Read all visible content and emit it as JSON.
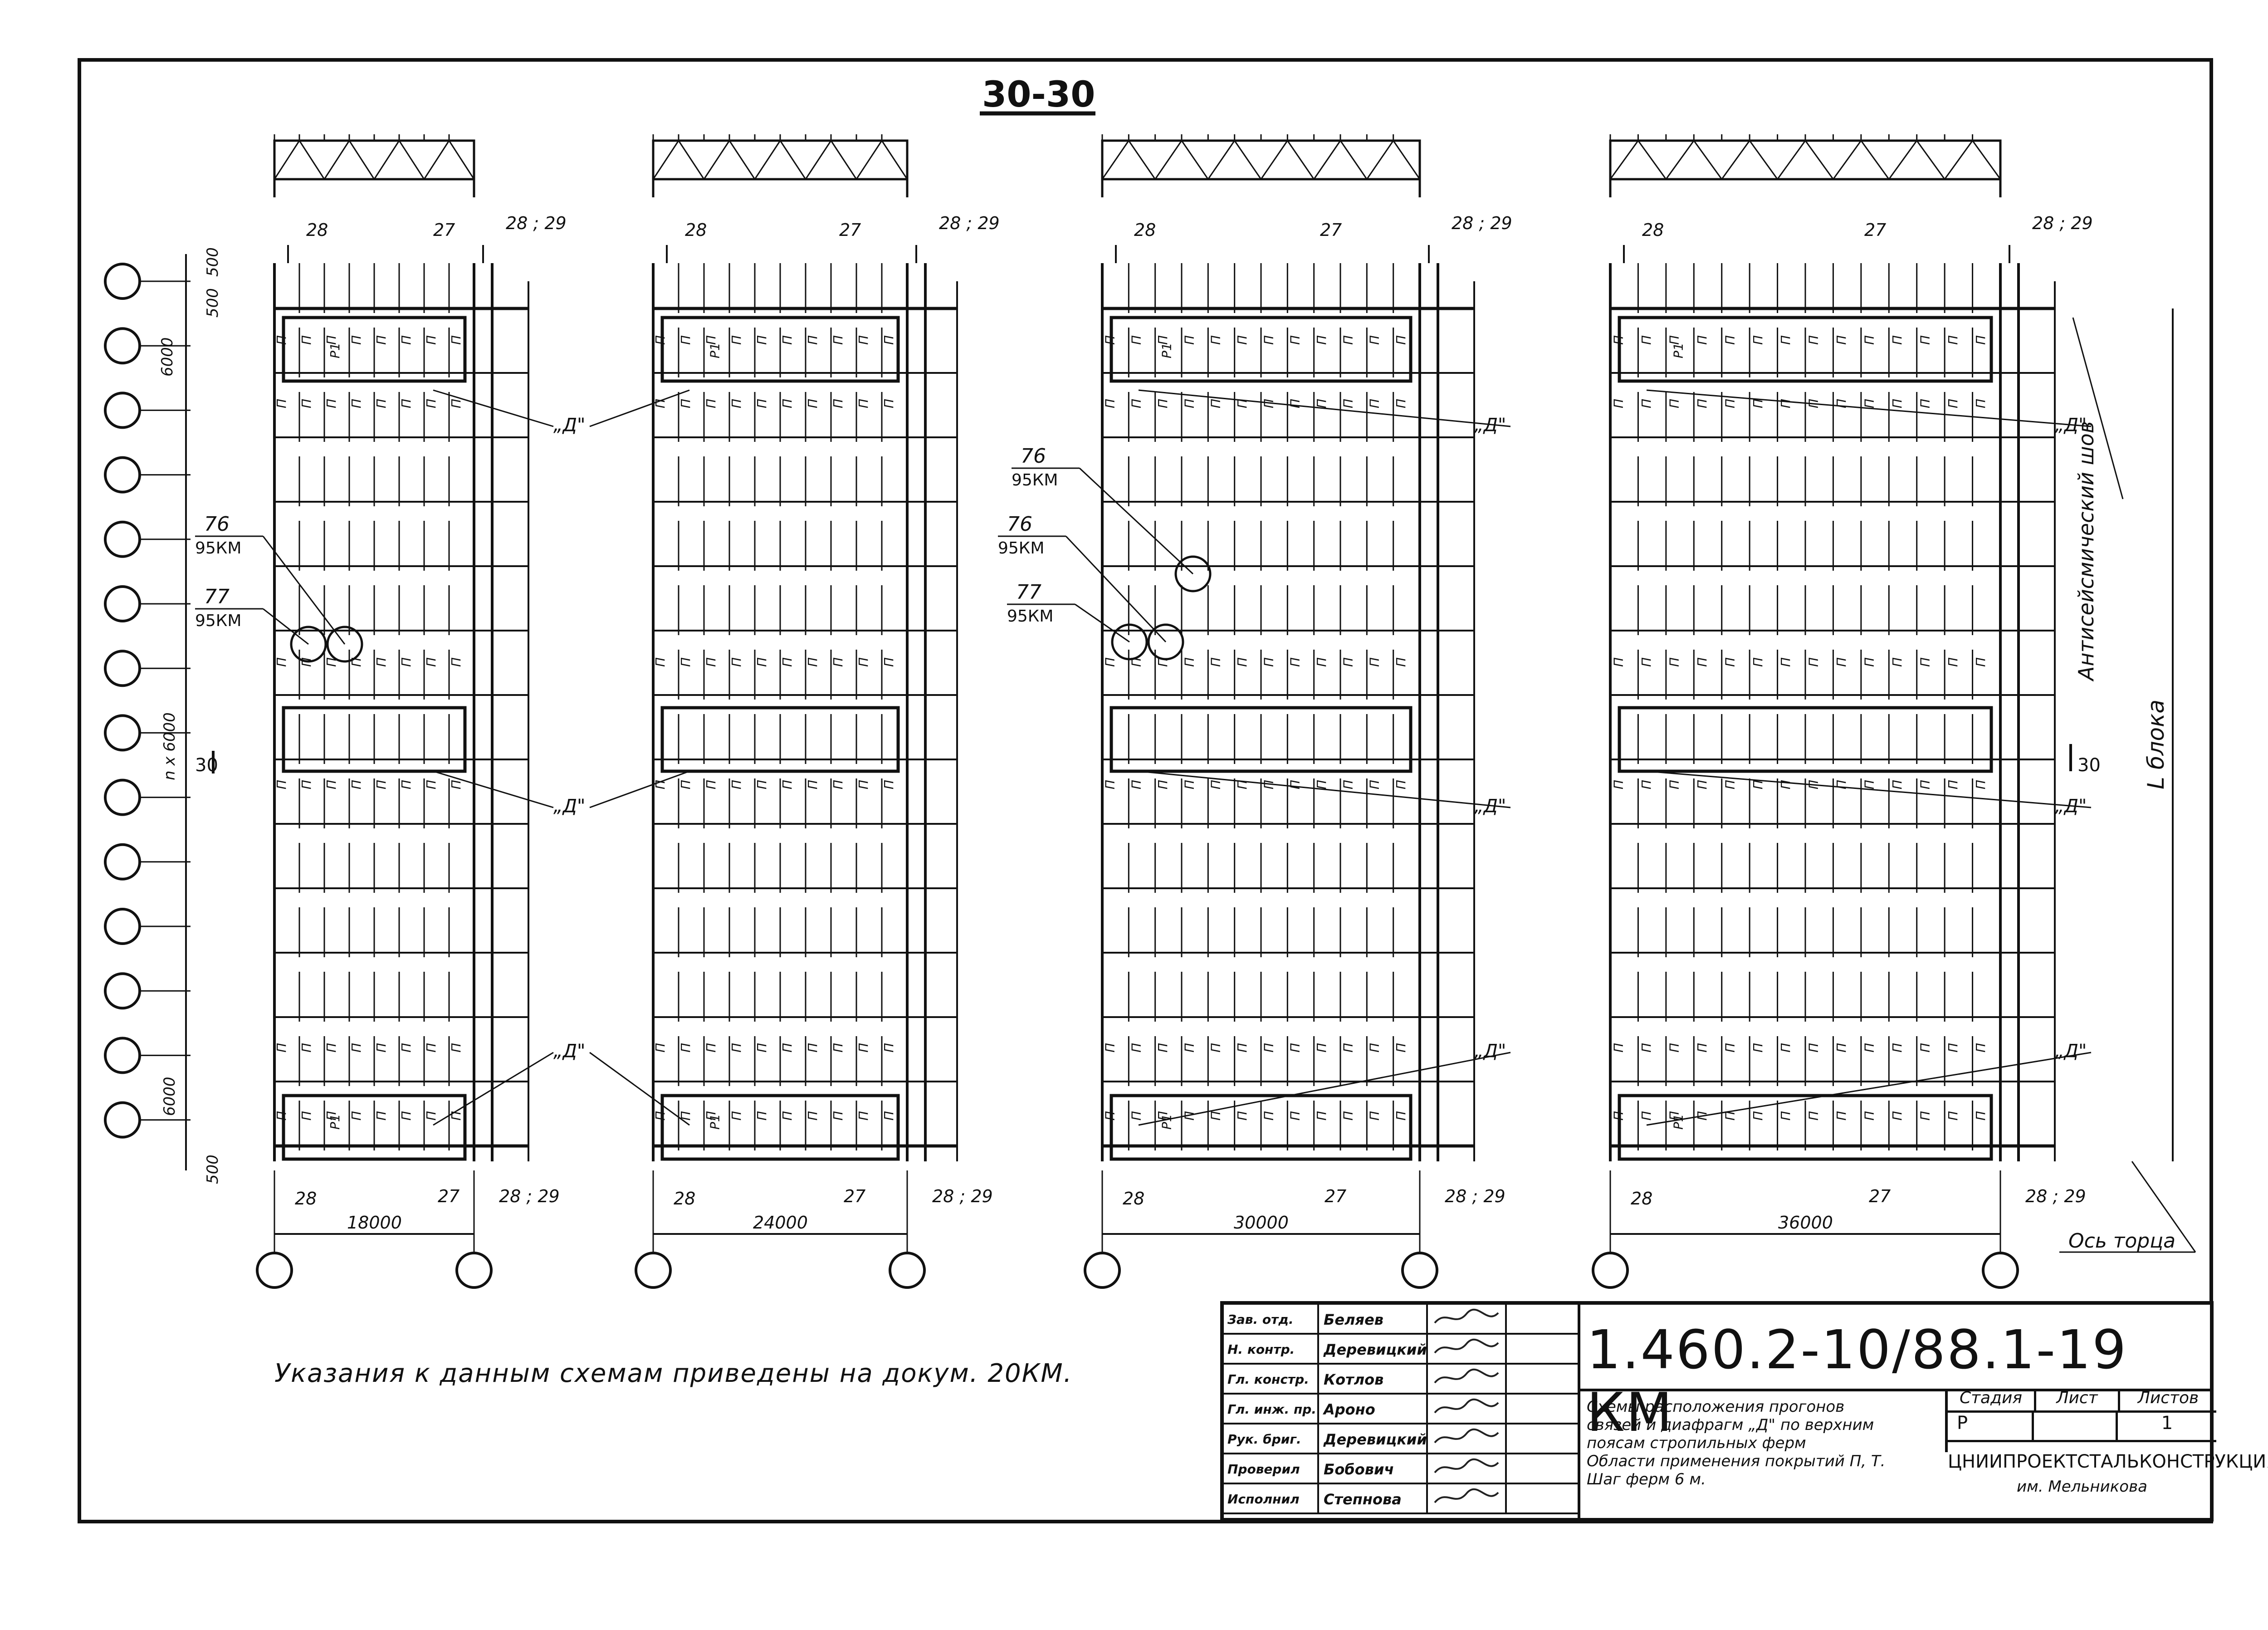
{
  "section_title": "30-30",
  "bay_spans": [
    "18000",
    "24000",
    "30000",
    "36000"
  ],
  "node_refs": {
    "top_left": "28",
    "top_mid": "27",
    "top_right": "28 ; 29",
    "bottom_left": "28",
    "bottom_mid": "27",
    "bottom_right": "28 ; 29"
  },
  "left_dims": [
    "500",
    "500",
    "6000",
    "n x 6000",
    "6000",
    "500"
  ],
  "section_mark": "30",
  "diaphragm_label": "„Д\"",
  "purlin_label": "П",
  "tie_label": "Р1",
  "detail_callouts": [
    {
      "num": "76",
      "doc": "95КМ"
    },
    {
      "num": "77",
      "doc": "95КМ"
    }
  ],
  "right_labels": {
    "seam": "Антисейсмический шов",
    "block_length": "L блока",
    "end_axis": "Ось торца"
  },
  "note": "Указания к данным схемам приведены на докум. 20КМ.",
  "title_block": {
    "doc_code": "1.460.2-10/88.1-19 КМ",
    "description_lines": [
      "Схемы расположения прогонов",
      "связей и диафрагм „Д\" по верхним",
      "поясам стропильных ферм",
      "Области применения покрытий П, Т.",
      "Шаг ферм 6 м."
    ],
    "stage_header": "Стадия",
    "sheet_header": "Лист",
    "sheets_header": "Листов",
    "stage_value": "Р",
    "sheet_value": "",
    "sheets_value": "1",
    "org": "ЦНИИПРОЕКТСТАЛЬКОНСТРУКЦИЯ",
    "org_sub": "им. Мельникова",
    "signatures": [
      {
        "role": "Зав. отд.",
        "name": "Беляев"
      },
      {
        "role": "Н. контр.",
        "name": "Деревицкий"
      },
      {
        "role": "Гл. констр.",
        "name": "Котлов"
      },
      {
        "role": "Гл. инж. пр.",
        "name": "Ароно"
      },
      {
        "role": "Рук. бриг.",
        "name": "Деревицкий"
      },
      {
        "role": "Проверил",
        "name": "Бобович"
      },
      {
        "role": "Исполнил",
        "name": "Степнова"
      }
    ]
  }
}
